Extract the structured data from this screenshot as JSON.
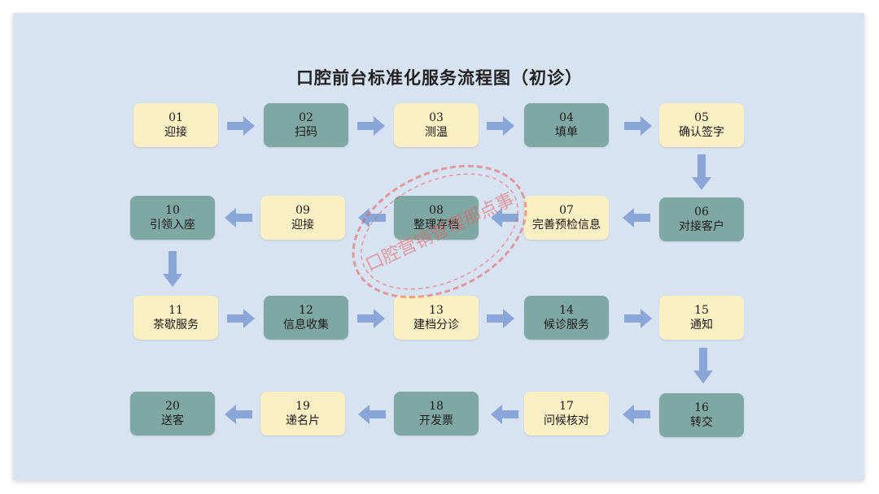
{
  "title": "口腔前台标准化服务流程图（初诊）",
  "watermark": "口腔营销管理那点事",
  "colors": {
    "background": "#d8e3f2",
    "box_light": "#fcefc4",
    "box_dark": "#7fa8a5",
    "arrow": "#8aa6d8",
    "stamp": "#e85a5a"
  },
  "steps": [
    {
      "num": "01",
      "label": "迎接"
    },
    {
      "num": "02",
      "label": "扫码"
    },
    {
      "num": "03",
      "label": "测温"
    },
    {
      "num": "04",
      "label": "填单"
    },
    {
      "num": "05",
      "label": "确认签字"
    },
    {
      "num": "06",
      "label": "对接客户"
    },
    {
      "num": "07",
      "label": "完善预检信息"
    },
    {
      "num": "08",
      "label": "整理存档"
    },
    {
      "num": "09",
      "label": "迎接"
    },
    {
      "num": "10",
      "label": "引领入座"
    },
    {
      "num": "11",
      "label": "茶歇服务"
    },
    {
      "num": "12",
      "label": "信息收集"
    },
    {
      "num": "13",
      "label": "建档分诊"
    },
    {
      "num": "14",
      "label": "候诊服务"
    },
    {
      "num": "15",
      "label": "通知"
    },
    {
      "num": "16",
      "label": "转交"
    },
    {
      "num": "17",
      "label": "问候核对"
    },
    {
      "num": "18",
      "label": "开发票"
    },
    {
      "num": "19",
      "label": "递名片"
    },
    {
      "num": "20",
      "label": "送客"
    }
  ]
}
